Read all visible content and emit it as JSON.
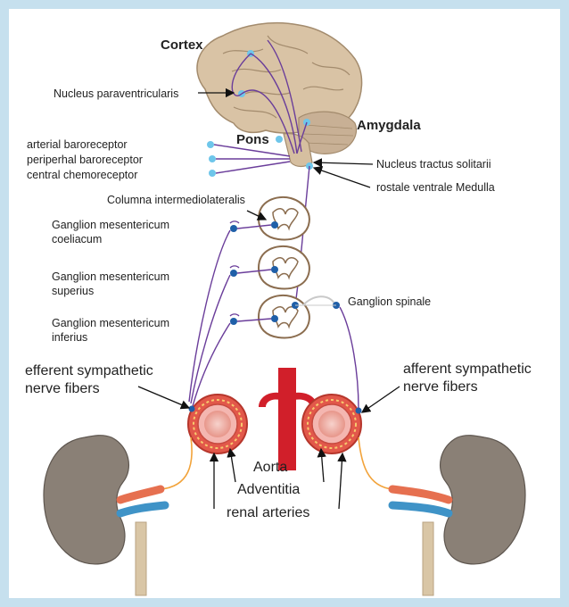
{
  "labels": {
    "cortex": "Cortex",
    "nucleus_paraventricularis": "Nucleus paraventricularis",
    "amygdala": "Amygdala",
    "pons": "Pons",
    "arterial_baroreceptor": "arterial baroreceptor",
    "peripheral_baroreceptor": "periperhal baroreceptor",
    "central_chemoreceptor": "central chemoreceptor",
    "nucleus_tractus_solitarii": "Nucleus tractus solitarii",
    "rostale_ventrale_medulla": "rostale ventrale Medulla",
    "columna_intermediolateralis": "Columna intermediolateralis",
    "ganglion_coeliacum_1": "Ganglion mesentericum",
    "ganglion_coeliacum_2": "coeliacum",
    "ganglion_superius_1": "Ganglion mesentericum",
    "ganglion_superius_2": "superius",
    "ganglion_inferius_1": "Ganglion mesentericum",
    "ganglion_inferius_2": "inferius",
    "ganglion_spinale": "Ganglion spinale",
    "efferent_1": "efferent sympathetic",
    "efferent_2": "nerve fibers",
    "afferent_1": "afferent sympathetic",
    "afferent_2": "nerve fibers",
    "aorta": "Aorta",
    "adventitia": "Adventitia",
    "renal_arteries": "renal arteries"
  },
  "colors": {
    "frame": "#c6e0ee",
    "nerve": "#6a3d9a",
    "node": "#1f5fa8",
    "sensor": "#6ec6ea",
    "brain": "#d9c3a5",
    "kidney": "#8a8076",
    "aorta": "#d11f2a",
    "artery_outer": "#e2584a",
    "artery_inner": "#f4b6b0"
  }
}
